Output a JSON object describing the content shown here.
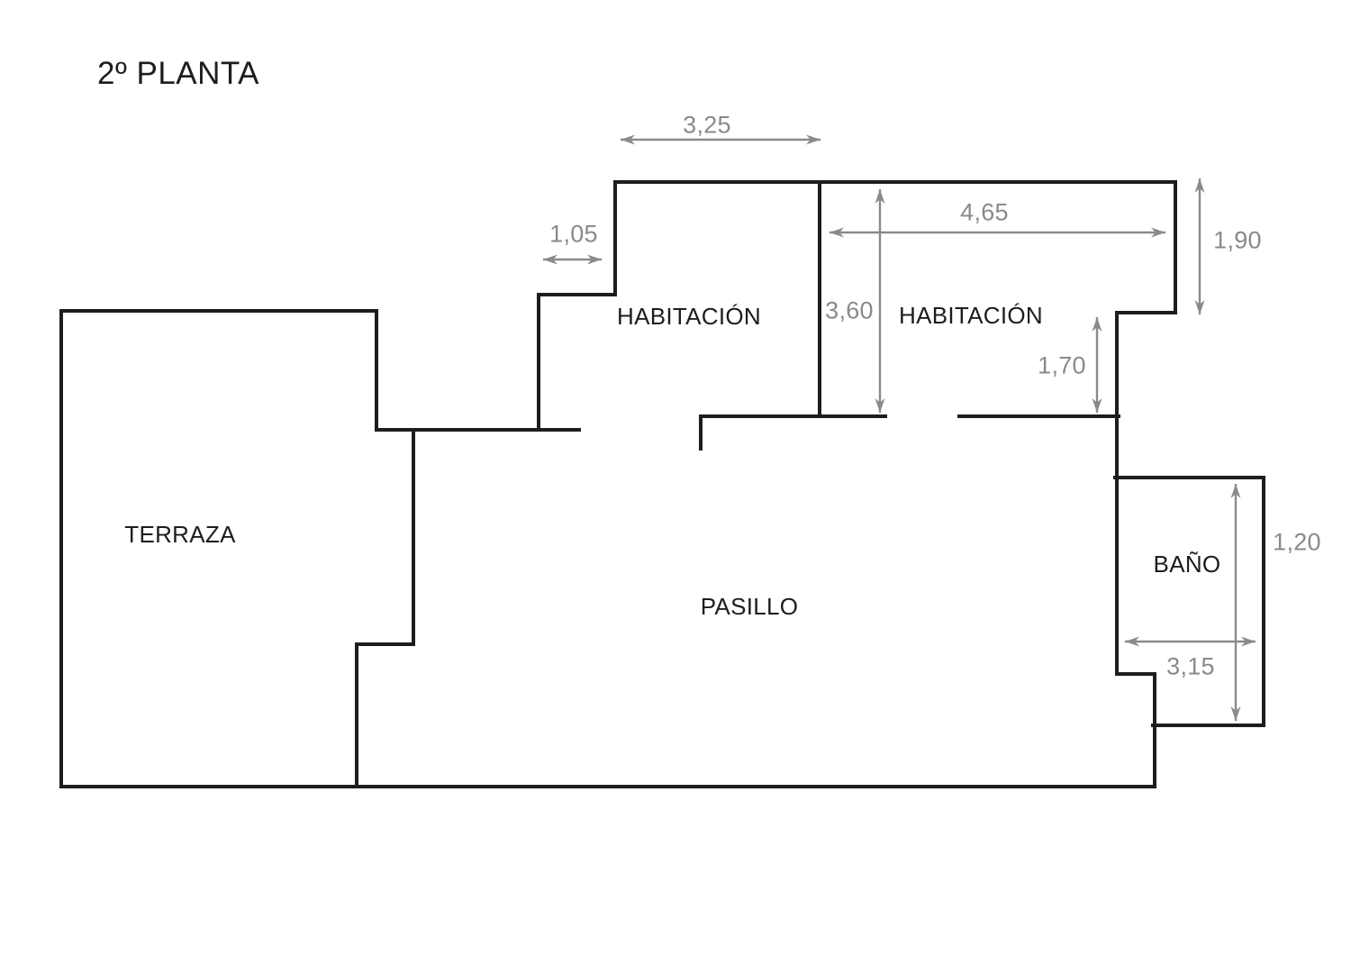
{
  "title": "2º PLANTA",
  "rooms": {
    "terraza": "TERRAZA",
    "habitacion1": "HABITACIÓN",
    "habitacion2": "HABITACIÓN",
    "pasillo": "PASILLO",
    "bano": "BAÑO"
  },
  "dimensions": {
    "hab1_width": "3,25",
    "entry_step_width": "1,05",
    "hab2_width": "4,65",
    "hab2_right_height": "1,90",
    "hab1_height": "3,60",
    "hab2_door_offset": "1,70",
    "bano_depth": "1,20",
    "bano_width": "3,15"
  },
  "colors": {
    "wall": "#1d1d1b",
    "dim": "#8a8a8a",
    "text": "#1d1d1b",
    "background": "#ffffff"
  }
}
